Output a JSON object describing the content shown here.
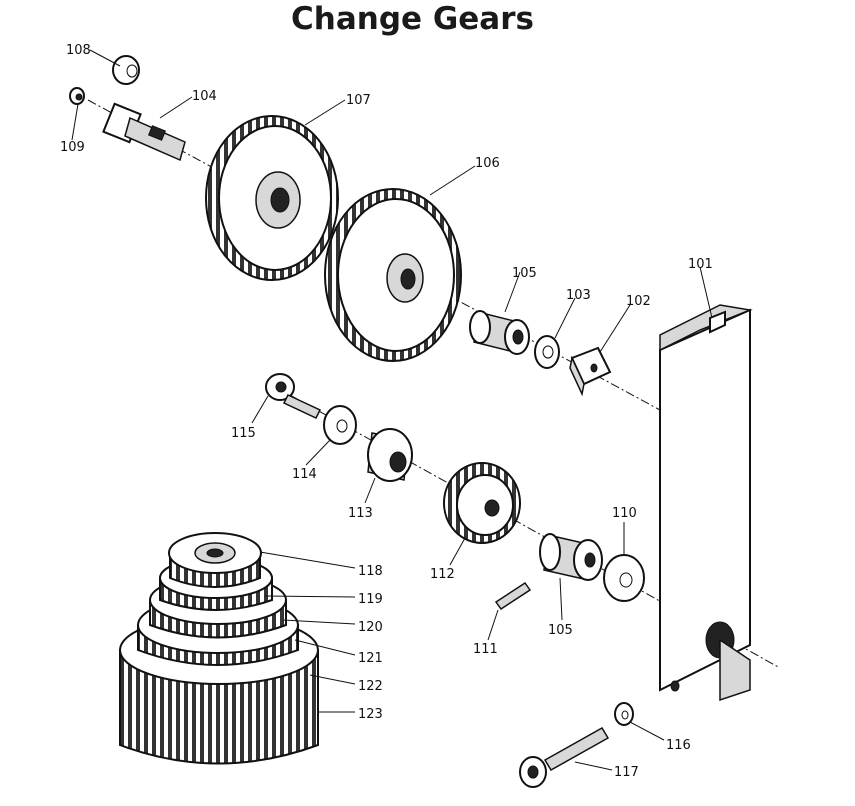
{
  "title": "Change Gears",
  "labels": {
    "p101": "101",
    "p102": "102",
    "p103": "103",
    "p104": "104",
    "p105a": "105",
    "p105b": "105",
    "p106": "106",
    "p107": "107",
    "p108": "108",
    "p109": "109",
    "p110": "110",
    "p111": "111",
    "p112": "112",
    "p113": "113",
    "p114": "114",
    "p115": "115",
    "p116": "116",
    "p117": "117",
    "p118": "118",
    "p119": "119",
    "p120": "120",
    "p121": "121",
    "p122": "122",
    "p123": "123"
  }
}
